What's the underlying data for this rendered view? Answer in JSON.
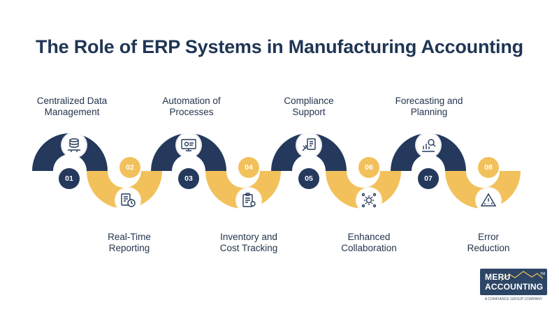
{
  "title": "The Role of ERP Systems in Manufacturing Accounting",
  "steps": [
    {
      "number": "01",
      "label_line1": "Centralized Data",
      "label_line2": "Management",
      "icon": "data-management-icon",
      "position": "top"
    },
    {
      "number": "02",
      "label_line1": "Real-Time",
      "label_line2": "Reporting",
      "icon": "report-clock-icon",
      "position": "bottom"
    },
    {
      "number": "03",
      "label_line1": "Automation of",
      "label_line2": "Processes",
      "icon": "automation-screen-icon",
      "position": "top"
    },
    {
      "number": "04",
      "label_line1": "Inventory and",
      "label_line2": "Cost Tracking",
      "icon": "clipboard-gear-icon",
      "position": "bottom"
    },
    {
      "number": "05",
      "label_line1": "Compliance",
      "label_line2": "Support",
      "icon": "compliance-tools-icon",
      "position": "top"
    },
    {
      "number": "06",
      "label_line1": "Enhanced",
      "label_line2": "Collaboration",
      "icon": "collaboration-gear-icon",
      "position": "bottom"
    },
    {
      "number": "07",
      "label_line1": "Forecasting and",
      "label_line2": "Planning",
      "icon": "chart-magnifier-icon",
      "position": "top"
    },
    {
      "number": "08",
      "label_line1": "Error",
      "label_line2": "Reduction",
      "icon": "warning-chart-icon",
      "position": "bottom"
    }
  ],
  "colors": {
    "dark": "#24395b",
    "yellow": "#f2c15b",
    "title": "#1f3554"
  },
  "logo": {
    "line1": "MERU",
    "line2": "ACCOUNTING",
    "tm": "TM",
    "tagline": "A CONFIANCE GROUP COMPANY"
  }
}
